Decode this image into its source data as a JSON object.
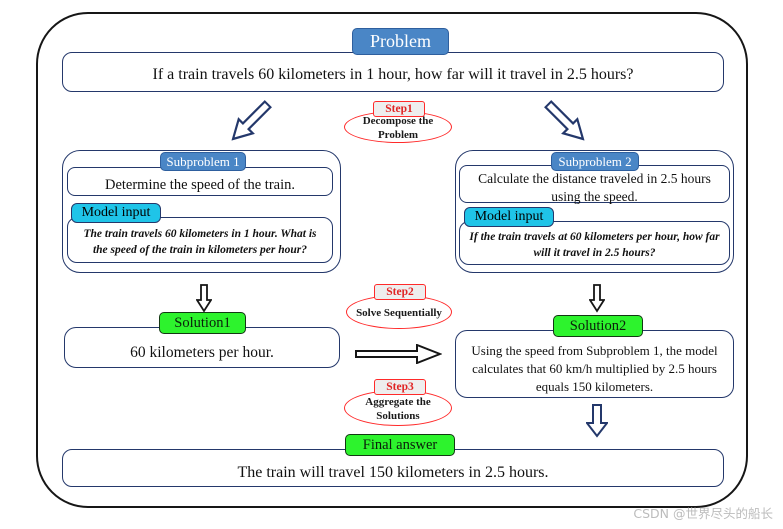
{
  "diagram": {
    "title": "Problem",
    "problem": {
      "text": "If a train travels 60 kilometers in 1 hour, how far will it travel in 2.5 hours?"
    },
    "steps": [
      {
        "label": "Step1",
        "text": "Decompose the Problem"
      },
      {
        "label": "Step2",
        "text": "Solve Sequentially"
      },
      {
        "label": "Step3",
        "text": "Aggregate the Solutions"
      }
    ],
    "subproblems": [
      {
        "label": "Subproblem 1",
        "task": "Determine the speed of the train.",
        "model_input_label": "Model input",
        "model_input": "The train travels 60 kilometers in 1 hour. What is the speed of the train in kilometers per hour?"
      },
      {
        "label": "Subproblem 2",
        "task": "Calculate the distance traveled in 2.5 hours using the speed.",
        "model_input_label": "Model input",
        "model_input": "If the train travels at 60 kilometers per hour, how far will it travel in 2.5 hours?"
      }
    ],
    "solutions": [
      {
        "label": "Solution1",
        "text": "60 kilometers per hour."
      },
      {
        "label": "Solution2",
        "text": "Using the speed from Subproblem 1, the model calculates that 60 km/h multiplied by 2.5 hours equals 150 kilometers."
      }
    ],
    "final": {
      "label": "Final answer",
      "text": "The train will travel 150 kilometers in 2.5 hours."
    },
    "watermark": "CSDN @世界尽头的船长",
    "colors": {
      "blue_label": "#4a86c6",
      "cyan_label": "#1fc4e8",
      "green_label": "#2df32d",
      "step_red": "#ff2a2a",
      "box_border": "#24386b",
      "outer_border": "#161616"
    },
    "icons": [
      "down-left-arrow-icon",
      "down-right-arrow-icon",
      "down-arrow-icon",
      "right-arrow-icon"
    ]
  }
}
